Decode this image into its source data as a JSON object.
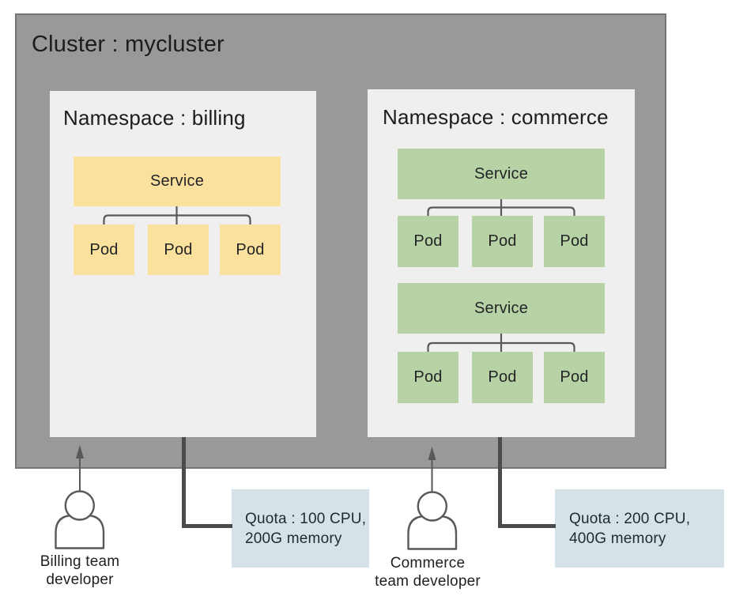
{
  "cluster": {
    "title": "Cluster : mycluster"
  },
  "namespaces": [
    {
      "title": "Namespace : billing",
      "service_groups": [
        {
          "service_label": "Service",
          "pods": [
            "Pod",
            "Pod",
            "Pod"
          ]
        }
      ]
    },
    {
      "title": "Namespace : commerce",
      "service_groups": [
        {
          "service_label": "Service",
          "pods": [
            "Pod",
            "Pod",
            "Pod"
          ]
        },
        {
          "service_label": "Service",
          "pods": [
            "Pod",
            "Pod",
            "Pod"
          ]
        }
      ]
    }
  ],
  "quotas": [
    {
      "line1": "Quota : 100 CPU,",
      "line2": "200G memory"
    },
    {
      "line1": "Quota : 200 CPU,",
      "line2": "400G memory"
    }
  ],
  "developers": [
    {
      "label_line1": "Billing team",
      "label_line2": "developer"
    },
    {
      "label_line1": "Commerce",
      "label_line2": "team developer"
    }
  ],
  "colors": {
    "cluster_fill": "#98999b",
    "cluster_border": "#737476",
    "namespace_fill": "#efeff0",
    "billing_accent": "#fbe19e",
    "commerce_accent": "#b7d3a6",
    "quota_fill": "#d5e2e7",
    "connector": "#58595b",
    "connector_thick": "#4a4b4d",
    "text": "#1e1f21"
  }
}
